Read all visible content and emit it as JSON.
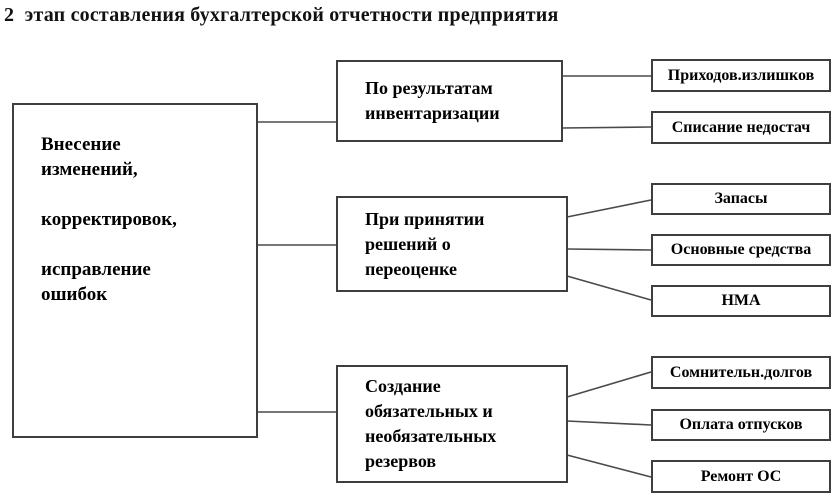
{
  "title": "2  этап составления бухгалтерской отчетности предприятия",
  "root": {
    "lines": [
      "Внесение",
      "изменений,",
      "",
      "корректировок,",
      "",
      "исправление",
      "ошибок"
    ]
  },
  "branches": [
    {
      "lines": [
        "По результатам",
        "инвентаризации"
      ],
      "children": [
        "Приходов.излишков",
        "Списание недостач"
      ]
    },
    {
      "lines": [
        "При принятии",
        "решений о",
        "переоценке"
      ],
      "children": [
        "Запасы",
        "Основные средства",
        "НМА"
      ]
    },
    {
      "lines": [
        "Создание",
        "обязательных и",
        "необязательных",
        "резервов"
      ],
      "children": [
        "Сомнительн.долгов",
        "Оплата отпусков",
        "Ремонт ОС"
      ]
    }
  ],
  "colors": {
    "box_border": "#3e3e3e",
    "connector_line": "#4a4a4a",
    "text": "#000000",
    "background": "#ffffff"
  }
}
